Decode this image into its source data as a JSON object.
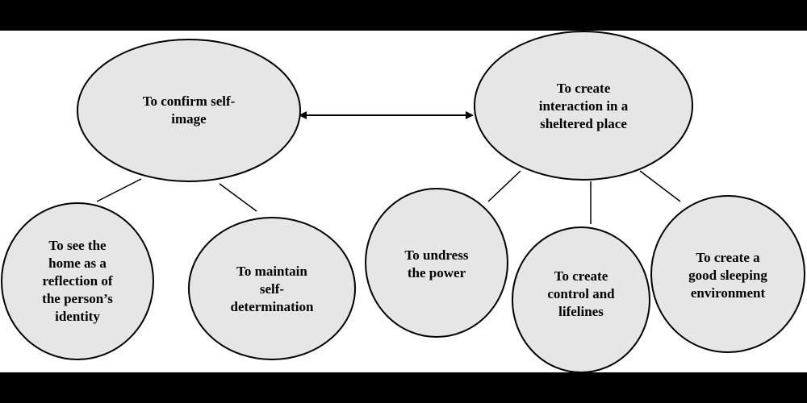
{
  "diagram": {
    "nodes": {
      "confirm_self_image": "To confirm self-\nimage",
      "create_interaction": "To create\ninteraction in a\nsheltered place",
      "see_home": "To see the\nhome as a\nreflection of\nthe person’s\nidentity",
      "maintain_self_determination": "To maintain\nself-\ndetermination",
      "undress_power": "To undress\nthe power",
      "create_control": "To create\ncontrol and\nlifelines",
      "good_sleeping": "To create a\ngood sleeping\nenvironment"
    }
  }
}
